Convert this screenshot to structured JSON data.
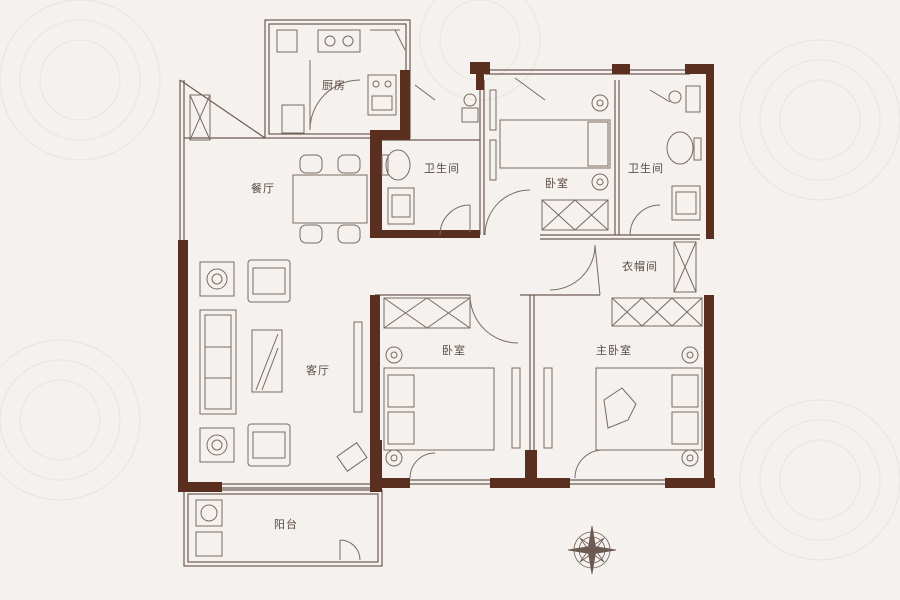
{
  "colors": {
    "wall": "#5a2f1f",
    "line": "#6d5a52",
    "fixture": "#7a6a62",
    "background": "#f4f1ee"
  },
  "rooms": {
    "kitchen": "厨房",
    "dining": "餐厅",
    "living": "客厅",
    "bath_left": "卫生间",
    "bath_right": "卫生间",
    "bedroom_top": "卧室",
    "bedroom_mid": "卧室",
    "master_bedroom": "主卧室",
    "closet": "衣帽间",
    "balcony": "阳台"
  },
  "icons": {
    "compass": "compass-rose-icon"
  }
}
